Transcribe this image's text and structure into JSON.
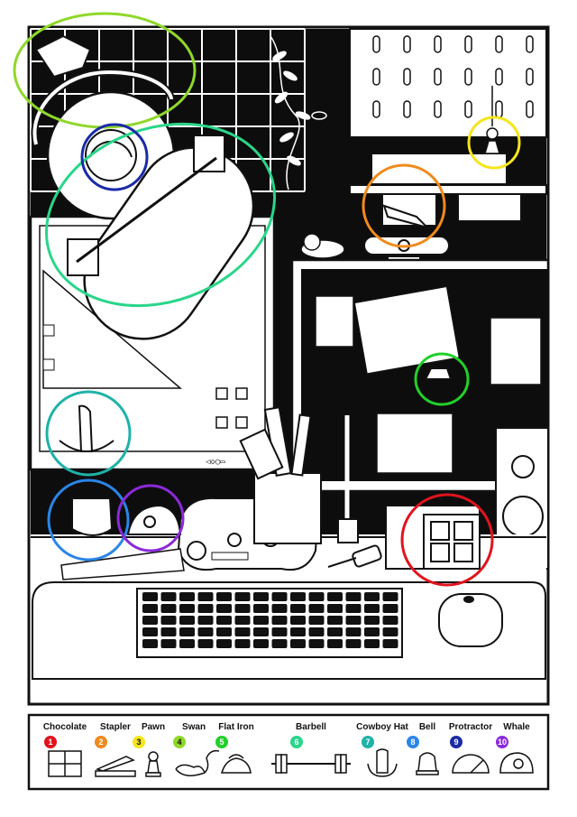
{
  "puzzle": {
    "items": [
      {
        "num": "1",
        "label": "Chocolate",
        "icon": "chocolate-icon",
        "color": "#e0141e"
      },
      {
        "num": "2",
        "label": "Stapler",
        "icon": "stapler-icon",
        "color": "#f08a1c"
      },
      {
        "num": "3",
        "label": "Pawn",
        "icon": "pawn-icon",
        "color": "#f5e51c"
      },
      {
        "num": "4",
        "label": "Swan",
        "icon": "swan-icon",
        "color": "#8fd82a"
      },
      {
        "num": "5",
        "label": "Flat Iron",
        "icon": "flat-iron-icon",
        "color": "#22d02a"
      },
      {
        "num": "6",
        "label": "Barbell",
        "icon": "barbell-icon",
        "color": "#2ad68a"
      },
      {
        "num": "7",
        "label": "Cowboy Hat",
        "icon": "cowboy-hat-icon",
        "color": "#1fb2a8"
      },
      {
        "num": "8",
        "label": "Bell",
        "icon": "bell-icon",
        "color": "#2a86e8"
      },
      {
        "num": "9",
        "label": "Protractor",
        "icon": "protractor-icon",
        "color": "#1a2aa8"
      },
      {
        "num": "10",
        "label": "Whale",
        "icon": "whale-icon",
        "color": "#8a2ad8"
      }
    ],
    "found_markers": [
      {
        "item": "Chocolate",
        "color": "#e0141e"
      },
      {
        "item": "Stapler",
        "color": "#f08a1c"
      },
      {
        "item": "Pawn",
        "color": "#f5e51c"
      },
      {
        "item": "Swan",
        "color": "#8fd82a"
      },
      {
        "item": "Flat Iron",
        "color": "#22d02a"
      },
      {
        "item": "Barbell",
        "color": "#2ad68a"
      },
      {
        "item": "Cowboy Hat",
        "color": "#1fb2a8"
      },
      {
        "item": "Bell",
        "color": "#2a86e8"
      },
      {
        "item": "Protractor",
        "color": "#1a2aa8"
      },
      {
        "item": "Whale",
        "color": "#8a2ad8"
      }
    ]
  }
}
